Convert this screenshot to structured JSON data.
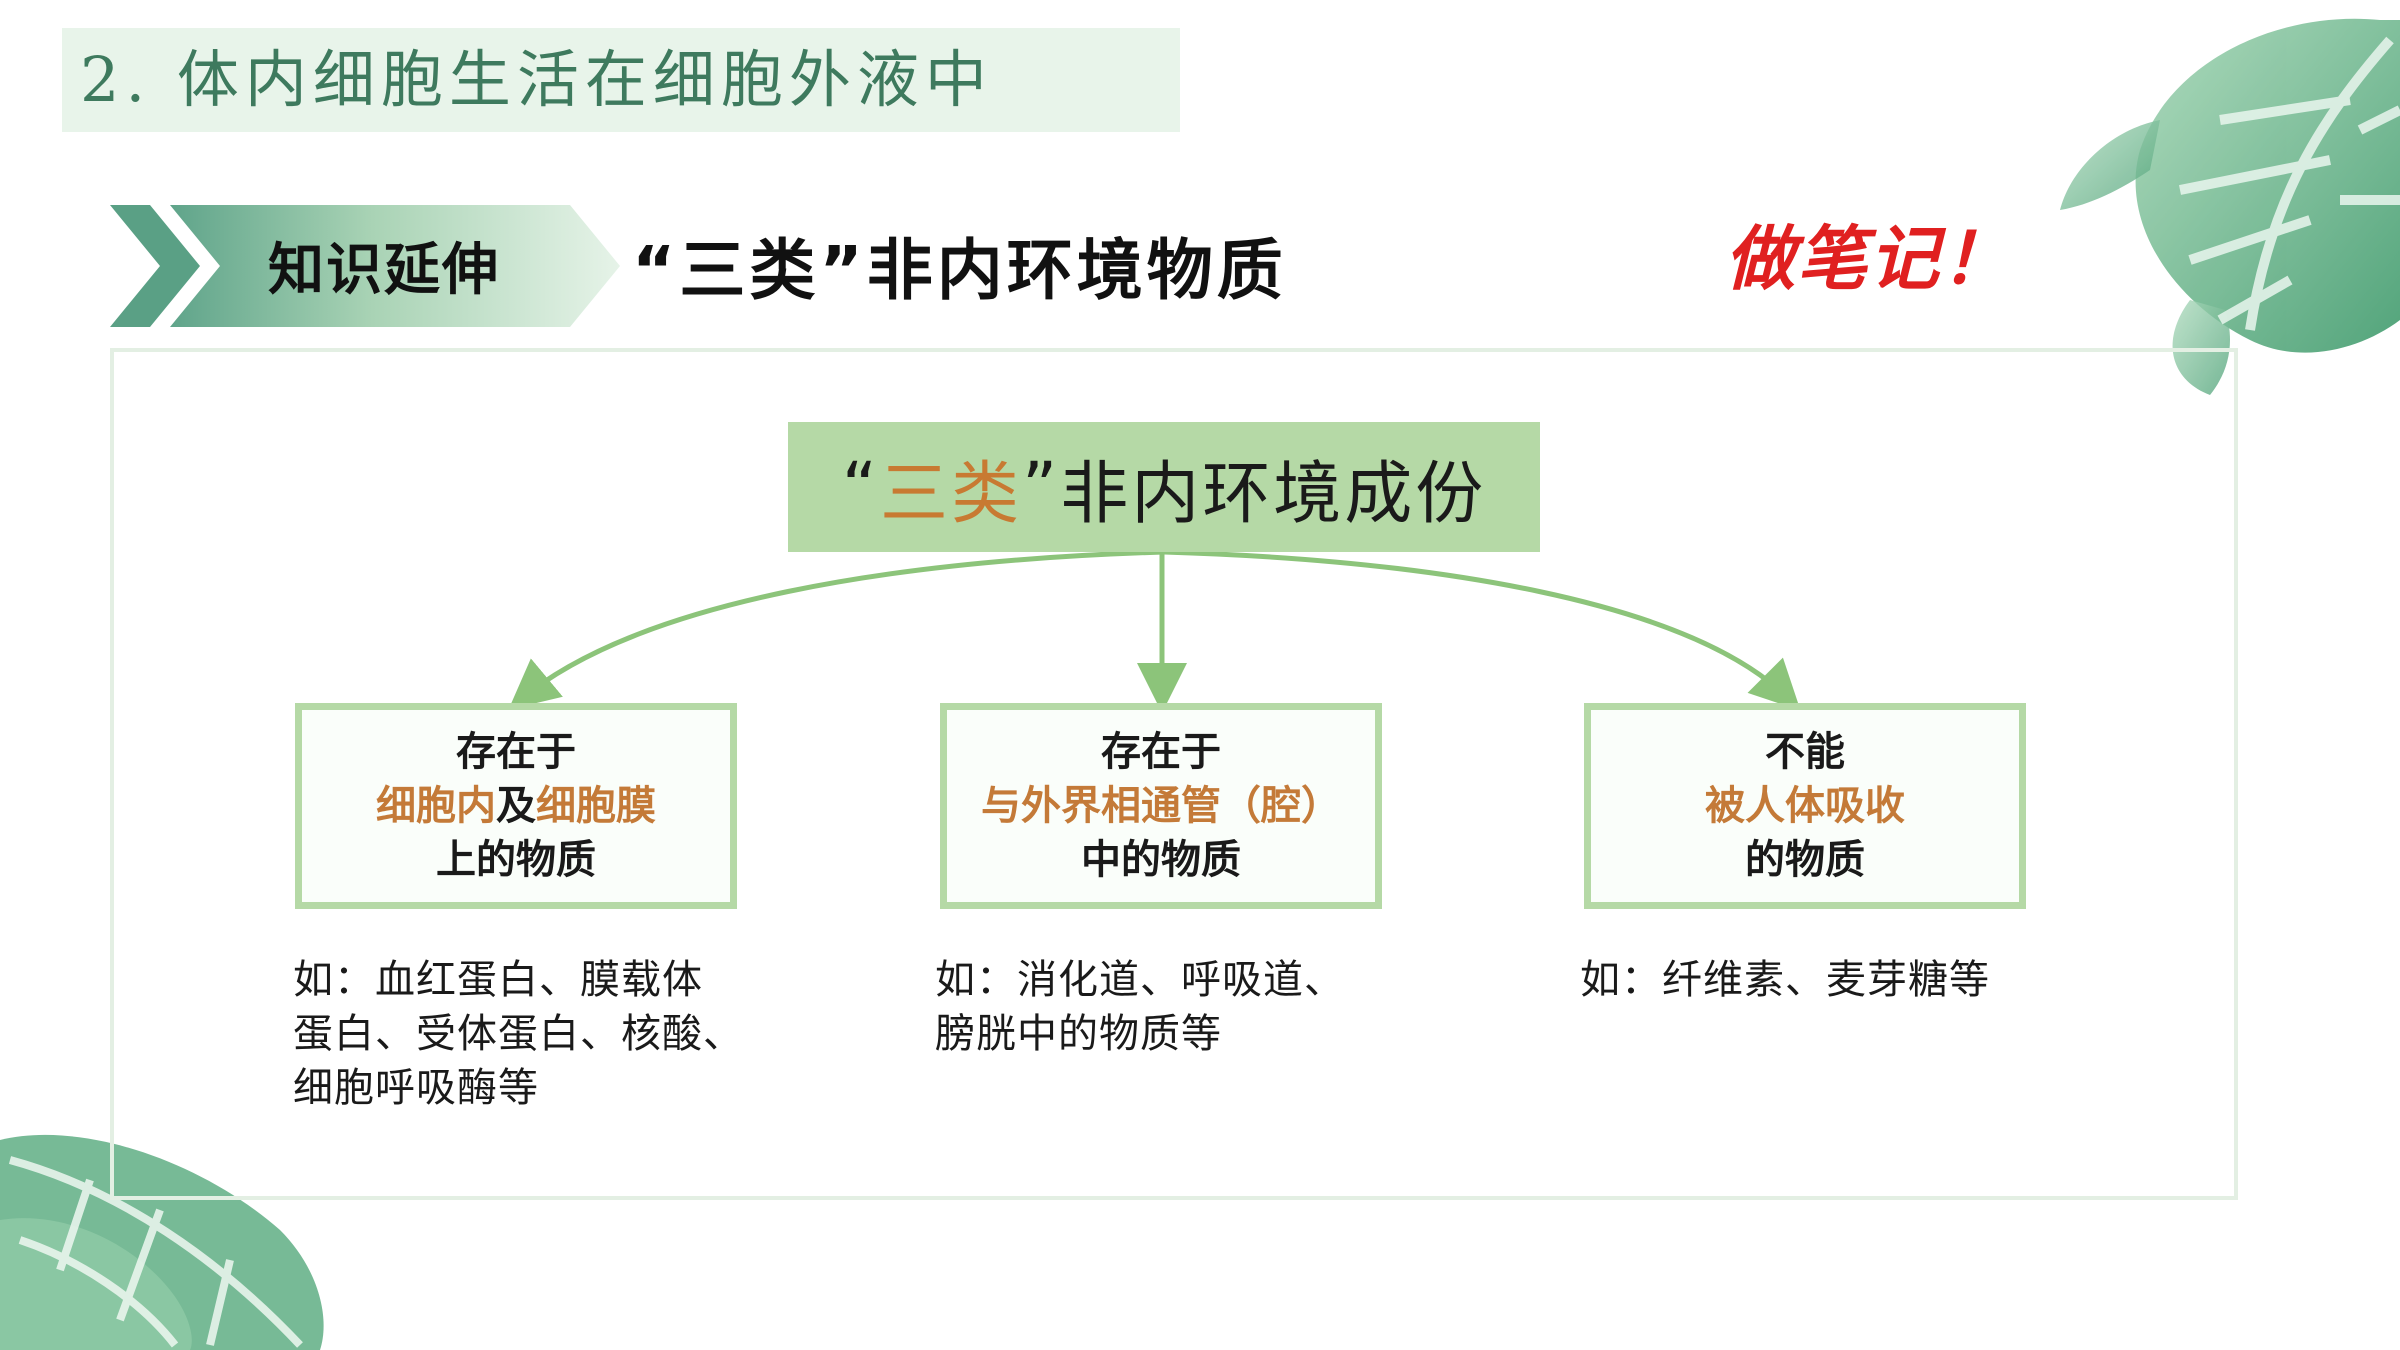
{
  "title": "2. 体内细胞生活在细胞外液中",
  "tag_label": "知识延伸",
  "section_heading": "“三类”非内环境物质",
  "note": "做笔记！",
  "root": {
    "quote_open": "“",
    "highlight": "三类",
    "quote_close": "”",
    "rest": "非内环境成份"
  },
  "children": [
    {
      "line1": "存在于",
      "line2a": "细胞内",
      "line2b": "及",
      "line2c": "细胞膜",
      "line3": "上的物质",
      "example": [
        "如：血红蛋白、膜载体",
        "蛋白、受体蛋白、核酸、",
        "细胞呼吸酶等"
      ]
    },
    {
      "line1": "存在于",
      "line2": "与外界相通管（腔）",
      "line3": "中的物质",
      "example": [
        "如：消化道、呼吸道、",
        "膀胱中的物质等"
      ]
    },
    {
      "line1": "不能",
      "line2": "被人体吸收",
      "line3": "的物质",
      "example": [
        "如：纤维素、麦芽糖等"
      ]
    }
  ],
  "colors": {
    "title_bg": "#e8f4ea",
    "title_text": "#3e7a5e",
    "node_fill": "#b5d9a6",
    "highlight": "#c87a32",
    "note": "#e02020",
    "arrow": "#8cc47a"
  }
}
